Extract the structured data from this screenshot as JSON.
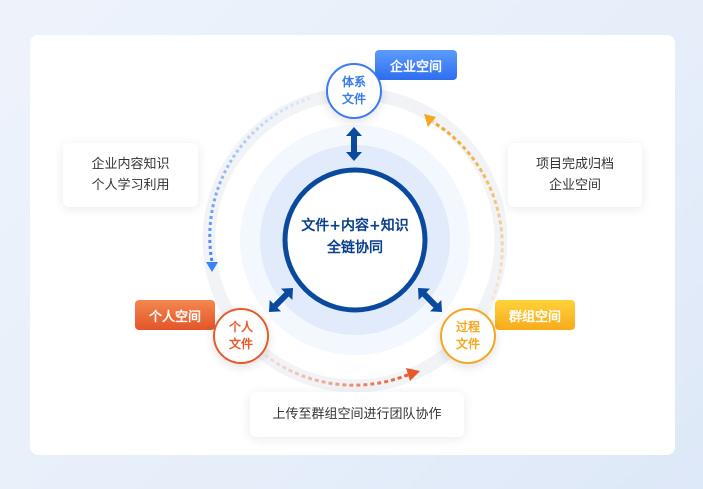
{
  "center": {
    "line1": "文件+内容+知识",
    "line2": "全链协同"
  },
  "nodes": {
    "top": {
      "line1": "体系",
      "line2": "文件",
      "tag": "企业空间",
      "color": "#3a7bf0"
    },
    "left": {
      "line1": "个人",
      "line2": "文件",
      "tag": "个人空间",
      "color": "#e85a2c"
    },
    "right": {
      "line1": "过程",
      "line2": "文件",
      "tag": "群组空间",
      "color": "#f5a623"
    }
  },
  "notes": {
    "left": {
      "line1": "企业内容知识",
      "line2": "个人学习利用"
    },
    "right": {
      "line1": "项目完成归档",
      "line2": "企业空间"
    },
    "bottom": {
      "line1": "上传至群组空间进行团队协作"
    }
  }
}
